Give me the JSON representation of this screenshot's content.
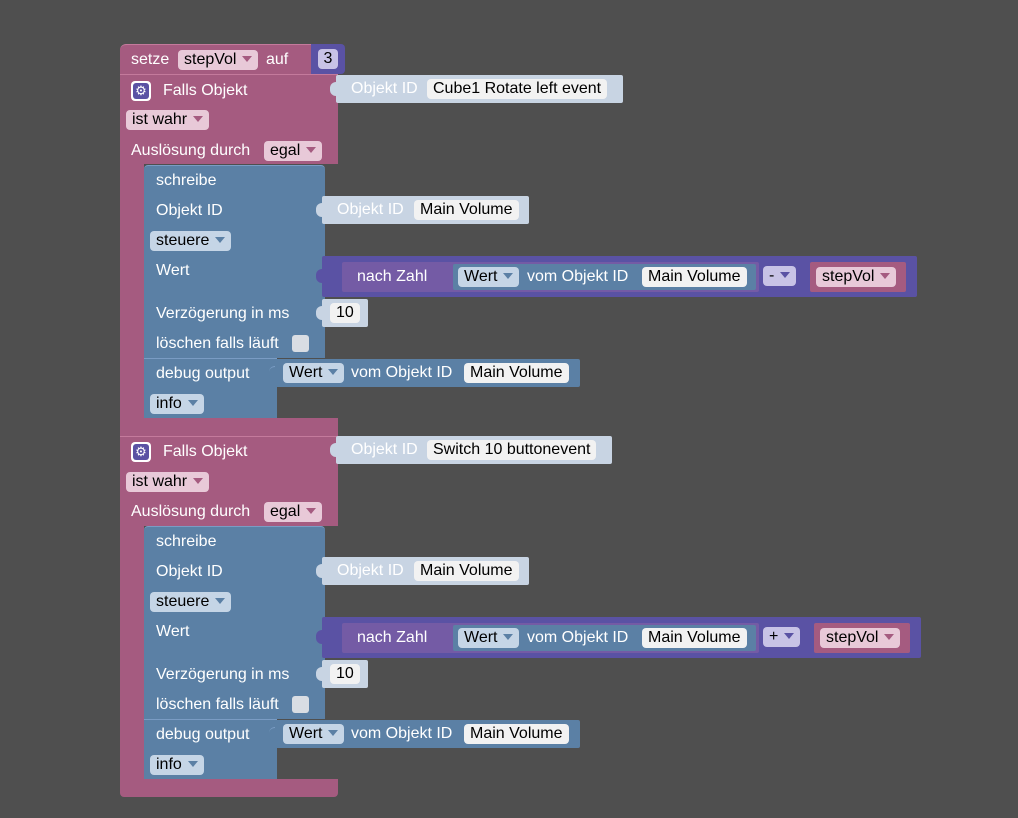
{
  "set_block": {
    "prefix": "setze",
    "var": "stepVol",
    "mid": "auf",
    "value": "3"
  },
  "trigger1": {
    "title": "Falls Objekt",
    "obj_label": "Objekt ID",
    "obj_value": "Cube1 Rotate left event",
    "condition": "ist wahr",
    "trigger_label": "Auslösung durch",
    "trigger_value": "egal",
    "write": {
      "title": "schreibe",
      "obj_label": "Objekt ID",
      "obj_label2": "Objekt ID",
      "obj_value": "Main Volume",
      "mode": "steuere",
      "wert_label": "Wert",
      "expr": {
        "nach": "nach Zahl",
        "wert": "Wert",
        "vom": "vom Objekt ID",
        "obj": "Main Volume",
        "op": "-",
        "var": "stepVol"
      },
      "delay_label": "Verzögerung in ms",
      "delay": "10",
      "clear_label": "löschen falls läuft"
    },
    "debug": {
      "label": "debug output",
      "wert": "Wert",
      "vom": "vom Objekt ID",
      "obj": "Main Volume",
      "level": "info"
    }
  },
  "trigger2": {
    "title": "Falls Objekt",
    "obj_label": "Objekt ID",
    "obj_value": "Switch 10 buttonevent",
    "condition": "ist wahr",
    "trigger_label": "Auslösung durch",
    "trigger_value": "egal",
    "write": {
      "title": "schreibe",
      "obj_label": "Objekt ID",
      "obj_label2": "Objekt ID",
      "obj_value": "Main Volume",
      "mode": "steuere",
      "wert_label": "Wert",
      "expr": {
        "nach": "nach Zahl",
        "wert": "Wert",
        "vom": "vom Objekt ID",
        "obj": "Main Volume",
        "op": "+",
        "var": "stepVol"
      },
      "delay_label": "Verzögerung in ms",
      "delay": "10",
      "clear_label": "löschen falls läuft"
    },
    "debug": {
      "label": "debug output",
      "wert": "Wert",
      "vom": "vom Objekt ID",
      "obj": "Main Volume",
      "level": "info"
    }
  }
}
